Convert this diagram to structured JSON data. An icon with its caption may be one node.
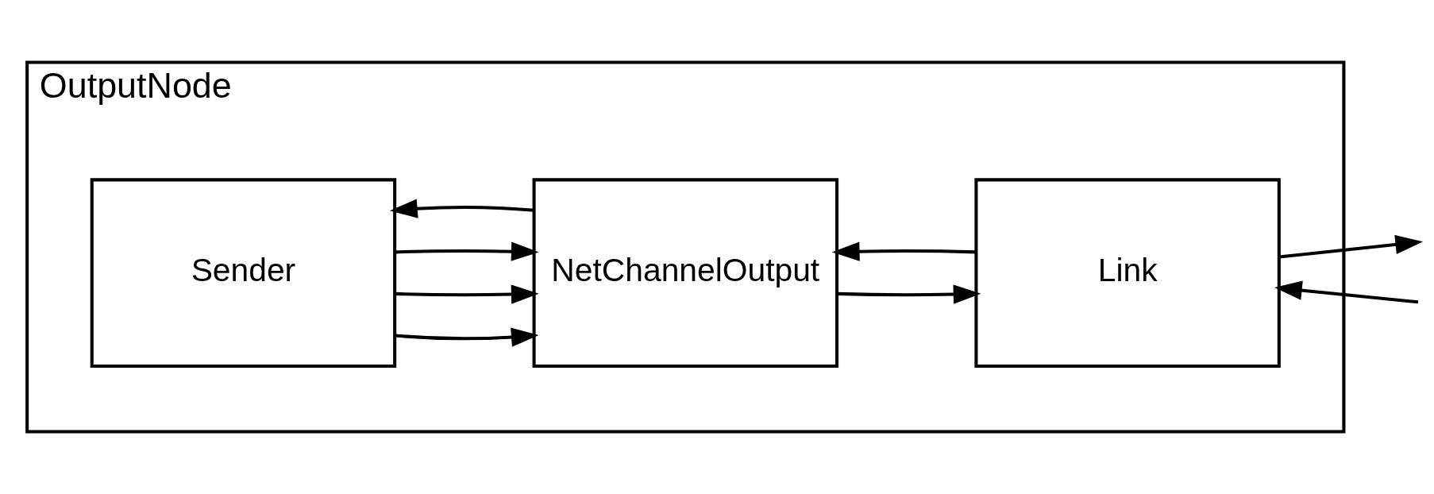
{
  "diagram": {
    "nodes": [
      {
        "text": [
          "OutputNode"
        ]
      },
      {
        "text": [
          "Sender"
        ],
        "in": 0
      },
      {
        "text": [
          "NetChannelOutput"
        ],
        "in": 0
      },
      {
        "text": [
          "Link"
        ],
        "in": 0
      }
    ],
    "edges": [
      {
        "from": 1,
        "to": 2,
        "arrow": "to"
      },
      {
        "from": 1,
        "to": 2,
        "arrow": "to"
      },
      {
        "from": 1,
        "to": 2,
        "arrow": "to"
      },
      {
        "from": 2,
        "to": 1,
        "arrow": "to"
      },
      {
        "from": 2,
        "to": 3,
        "arrow": "to"
      },
      {
        "from": 3,
        "to": 2,
        "arrow": "to"
      },
      {
        "from": 3,
        "to": null,
        "arrow": "to"
      },
      {
        "from": null,
        "to": 3,
        "arrow": "to"
      }
    ]
  }
}
